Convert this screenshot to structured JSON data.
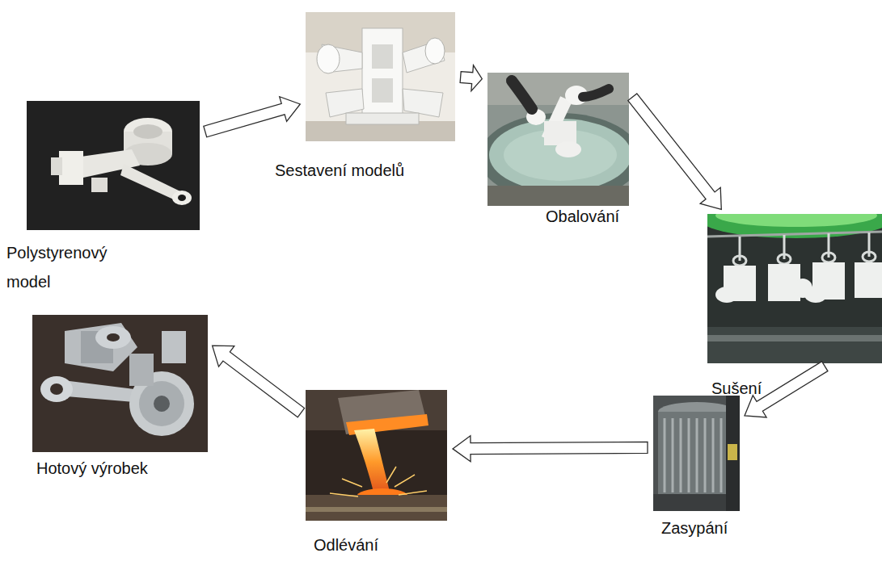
{
  "diagram": {
    "nodes": [
      {
        "text": [
          "Polystyrenový model"
        ]
      },
      {
        "text": [
          "Sestavení modelů"
        ]
      },
      {
        "text": [
          "Obalování"
        ]
      },
      {
        "text": [
          "Sušení"
        ]
      },
      {
        "text": [
          "Zasypání"
        ]
      },
      {
        "text": [
          "Odlévání"
        ]
      },
      {
        "text": [
          "Hotový výrobek"
        ]
      }
    ],
    "edges": [
      {
        "from": 0,
        "to": 1,
        "arrow": "to"
      },
      {
        "from": 1,
        "to": 2,
        "arrow": "to"
      },
      {
        "from": 2,
        "to": 3,
        "arrow": "to"
      },
      {
        "from": 3,
        "to": 4,
        "arrow": "to"
      },
      {
        "from": 4,
        "to": 5,
        "arrow": "to"
      },
      {
        "from": 5,
        "to": 6,
        "arrow": "to"
      }
    ]
  }
}
